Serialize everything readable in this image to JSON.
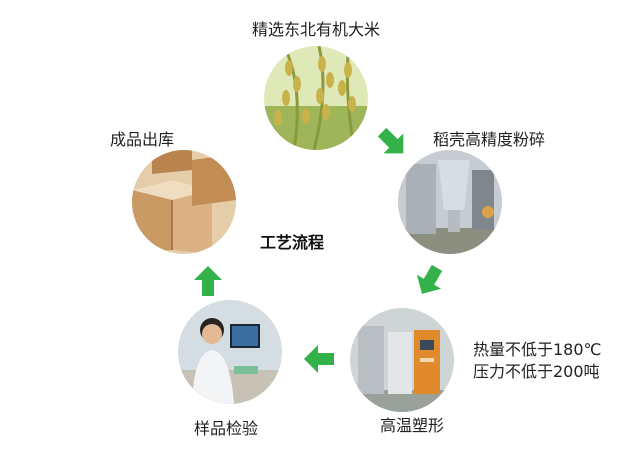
{
  "diagram": {
    "center_title": "工艺流程",
    "arrow_color": "#33b24a",
    "steps": [
      {
        "label": "精选东北有机大米",
        "image": "rice-photo"
      },
      {
        "label": "稻壳高精度粉碎",
        "image": "grinding-machine-photo"
      },
      {
        "label": "高温塑形",
        "image": "molding-machine-photo"
      },
      {
        "label": "样品检验",
        "image": "lab-inspection-photo"
      },
      {
        "label": "成品出库",
        "image": "cardboard-boxes-photo"
      }
    ],
    "spec_lines": [
      "热量不低于180℃",
      "压力不低于200吨"
    ]
  }
}
